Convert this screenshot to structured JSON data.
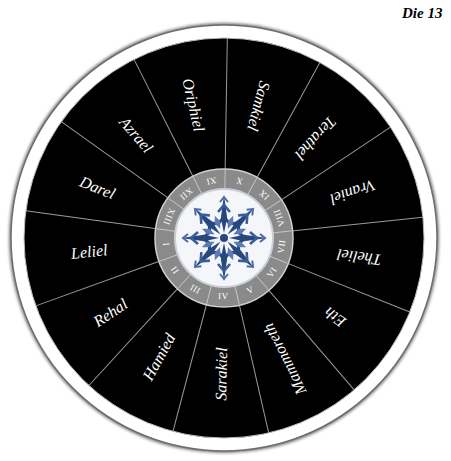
{
  "diagram": {
    "title": "Die 13",
    "labels": [
      "Leliel",
      "Rehal",
      "Hamied",
      "Sarakiel",
      "Mammoreth",
      "Eth",
      "Theliel",
      "Vraniel",
      "Terathel",
      "Samkiel",
      "Oriphiel",
      "Azrael",
      "Darel",
      "I",
      "II",
      "III",
      "IV",
      "V",
      "VI",
      "VII",
      "VIII",
      "IX",
      "X",
      "XI",
      "XII",
      "XIII"
    ]
  }
}
